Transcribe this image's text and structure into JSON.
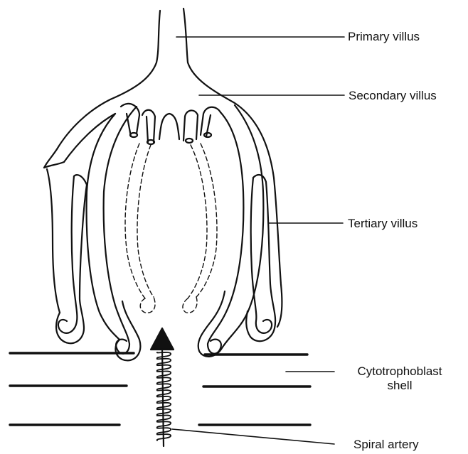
{
  "labels": {
    "primary_villus": "Primary villus",
    "secondary_villus": "Secondary villus",
    "tertiary_villus": "Tertiary villus",
    "cytotrophoblast_line1": "Cytotrophoblast",
    "cytotrophoblast_line2": "shell",
    "spiral_artery": "Spiral artery"
  },
  "colors": {
    "stroke": "#111111",
    "background": "#ffffff"
  }
}
